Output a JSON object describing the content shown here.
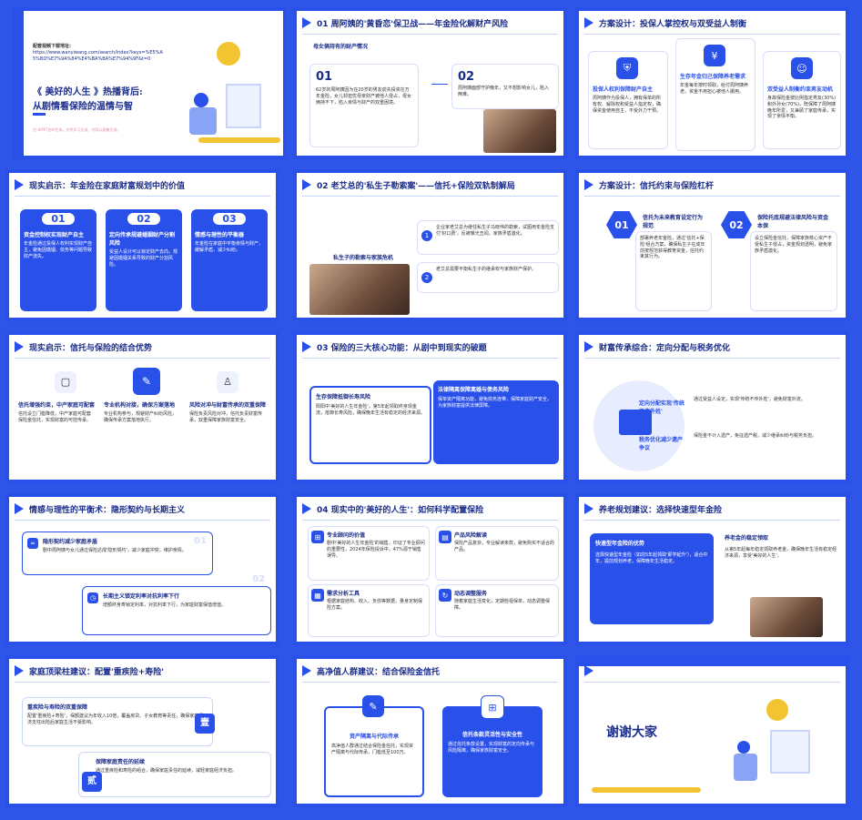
{
  "s1": {
    "link_label": "配套视频下载地址:",
    "link_url": "https://www.wanyiwang.com/search/index?keys=%E5%A5%BD%E7%9A%84%E4%BA%BA%E7%94%9F&t=0",
    "title_line1": "《 美好的人生 》热播背后:",
    "title_line2": "从剧情看保险的温情与智",
    "note": "注:本PPT由AI生成，仅供学习交流，内容以剧集为准。"
  },
  "s2": {
    "header": "01 周阿姨的'黄昏恋'保卫战——年金险化解财产风险",
    "subtitle": "母女俩持有的财产情况",
    "n1": "01",
    "t1": "62岁的周阿姨因为在20岁的男友前先投资在万年金险，女儿却担忧母亲财产被他人侵占，母女俩持不下，陷入亲情与财产的双重困境。",
    "n2": "02",
    "t2": "周阿姨面部守护晚年，又不想影响女儿，陷入两难。"
  },
  "s3": {
    "header": "方案设计：投保人掌控权与双受益人制衡",
    "c1_title": "投保人权利保障财产自主",
    "c1_text": "周阿姨作为投保人，拥有保单的所有权、解除权和受益人指定权，确保资金使用自主，不受外力干预。",
    "c2_title": "生存年金归己保障养老需求",
    "c2_text": "年金每年按时领取，给付周阿姨养老，资金不用担心被他人挪用。",
    "c3_title": "双受益人制衡约束男友动机",
    "c3_text": "身故保险金按比例指定男友(30%)和外孙女(70%)，既保障了周阿姨晚年所爱，又兼顾了家庭传承，实现了亲情平衡。"
  },
  "s4": {
    "header": "现实启示：年金险在家庭财富规划中的价值",
    "n1": "01",
    "t1": "资金控制权实现财产自主",
    "d1": "年金险通过投保人权利实现财产自主，避免因婚姻、债务等问题导致财产流失。",
    "n2": "02",
    "t2": "定向传承规避婚姻财产分割风险",
    "d2": "受益人设计可以锁定财产去向，规避因婚姻关系导致的财产分割风险。",
    "n3": "03",
    "t3": "情感与理性的平衡器",
    "d3": "年金险在家庭中平衡亲情与财产，缓解矛盾，减少纠纷。"
  },
  "s5": {
    "header": "02 老艾总的'私生子勒索案'——信托+保险双轨制解局",
    "photo_caption": "私生子的勒索与家族危机",
    "i1": "企业家老艾总为继任私生子马晓伟的勒索，试图用年金险支付'封口费'，反被曝光丑闻，家族矛盾激化。",
    "i2": "老艾总需要平衡私生子的继承权与家族财产保护。"
  },
  "s6": {
    "header": "方案设计：信托约束与保险杠杆",
    "n1": "01",
    "t1": "信托为未来教育设定行为规范",
    "d1": "部署养老年金险，通过'信托+保险'组合方案，确保私生子在成年前按规范获得教育资金，信托约束其行为。",
    "n2": "02",
    "t2": "保险托底规避法律风险与资金本保",
    "d2": "设立保险金信托，保障家族核心资产不受私生子侵占，资金规划透明，避免家族矛盾激化。"
  },
  "s7": {
    "header": "现实启示：信托与保险的结合优势",
    "t1": "信托增强约束，中产家庭可配套",
    "d1": "信托设立门槛降低，中产家庭可配套保险金信托，实现财富的可控传承。",
    "t2": "专业机构对接，确保方案落地",
    "d2": "专业机构参与，规避财产纠纷风险，确保传承方案落地执行。",
    "t3": "风险对冲与财富传承的双重保障",
    "d3": "保险负责风险对冲，信托负责财富传承，双重保障家族财富安全。"
  },
  "s8": {
    "header": "03 保险的三大核心功能：从剧中到现实的破题",
    "b1_title": "生存保障抵御长寿风险",
    "b1_text": "阳阳中'美好的人生年金险'，第5年起领取终身现金流，抵御长寿风险，确保晚年生活有稳定的经济来源。",
    "b2_title": "法律隔离保障离婚与债务风险",
    "b2_text": "保单资产隔离功能，避免债务连带，保障家庭财产安全，为家族财富提供法律屏障。"
  },
  "s9": {
    "header": "财富传承综合：定向分配与税务优化",
    "a1": "定向分配实现'传统不传外姓'",
    "a1_text": "通过受益人设定，实现'传统不传外姓'，避免财富外流。",
    "a2": "税务优化减少遗产争议",
    "a2_text": "保险金不计入遗产，免征遗产税，减少继承纠纷与税务负担。"
  },
  "s10": {
    "header": "情感与理性的平衡术：隐形契约与长期主义",
    "n1": "01",
    "t1": "隐形契约减少家庭矛盾",
    "d1": "剧中周阿姨与女儿通过保险达成'隐形契约'，减少家庭冲突，维护亲情。",
    "n2": "02",
    "t2": "长期主义锁定利率对抗利率下行",
    "d2": "增额终身寿锁定利率，对抗利率下行，为家庭财富保值增值。"
  },
  "s11": {
    "header": "04 现实中的'美好的人生'：如何科学配置保险",
    "c1_title": "专业顾问的价值",
    "c1_text": "剧中'美好的人生年金险'的销售，印证了专业顾问的重要性，2024年保险投诉中，47%源于销售误导。",
    "c2_title": "产品风险解读",
    "c2_text": "保险产品复杂，专业解读条款，避免购买不适合的产品。",
    "c3_title": "需求分析工具",
    "c3_text": "根据家庭结构、收入、负债等数据，量身定制保险方案。",
    "c4_title": "动态调整服务",
    "c4_text": "随着家庭生活变化，定期检视保单，动态调整保障。"
  },
  "s12": {
    "header": "养老规划建议：选择快速型年金险",
    "b1_title": "快速型年金险的优势",
    "b1_text": "选择快速型年金险（如前5年起领取'即学起升'），适合中年，提前规划养老，保障晚年生活稳定。",
    "b2_title": "养老金的稳定领取",
    "b2_text": "从第5年起每年稳定领取养老金，确保晚年生活有稳定经济来源，享受'美好的人生'。"
  },
  "s13": {
    "header": "家庭顶梁柱建议：配置'重疾险+寿险'",
    "n1": "壹",
    "t1": "重疾险与寿险的双重保障",
    "d1": "配置'重疾险+寿险'，保额建议为年收入10倍，覆盖房贷、子女教育等责任，确保家庭经济支柱出险后家庭生活不受影响。",
    "n2": "贰",
    "t2": "保障家庭责任的延续",
    "d2": "通过重疾险和寿险的组合，确保家庭责任的延续，减轻家庭经济负担。"
  },
  "s14": {
    "header": "高净值人群建议：结合保险金信托",
    "c1_title": "资产隔离与代际传承",
    "c1_text": "高净值人群通过结合保险金信托，实现资产隔离与代际传承，门槛低至100万。",
    "c2_title": "信托条款灵活性与安全性",
    "c2_text": "通过信托条款设置，实现财富的定向传承与风险隔离，确保家族财富安全。"
  },
  "s15": {
    "thanks": "谢谢大家"
  }
}
